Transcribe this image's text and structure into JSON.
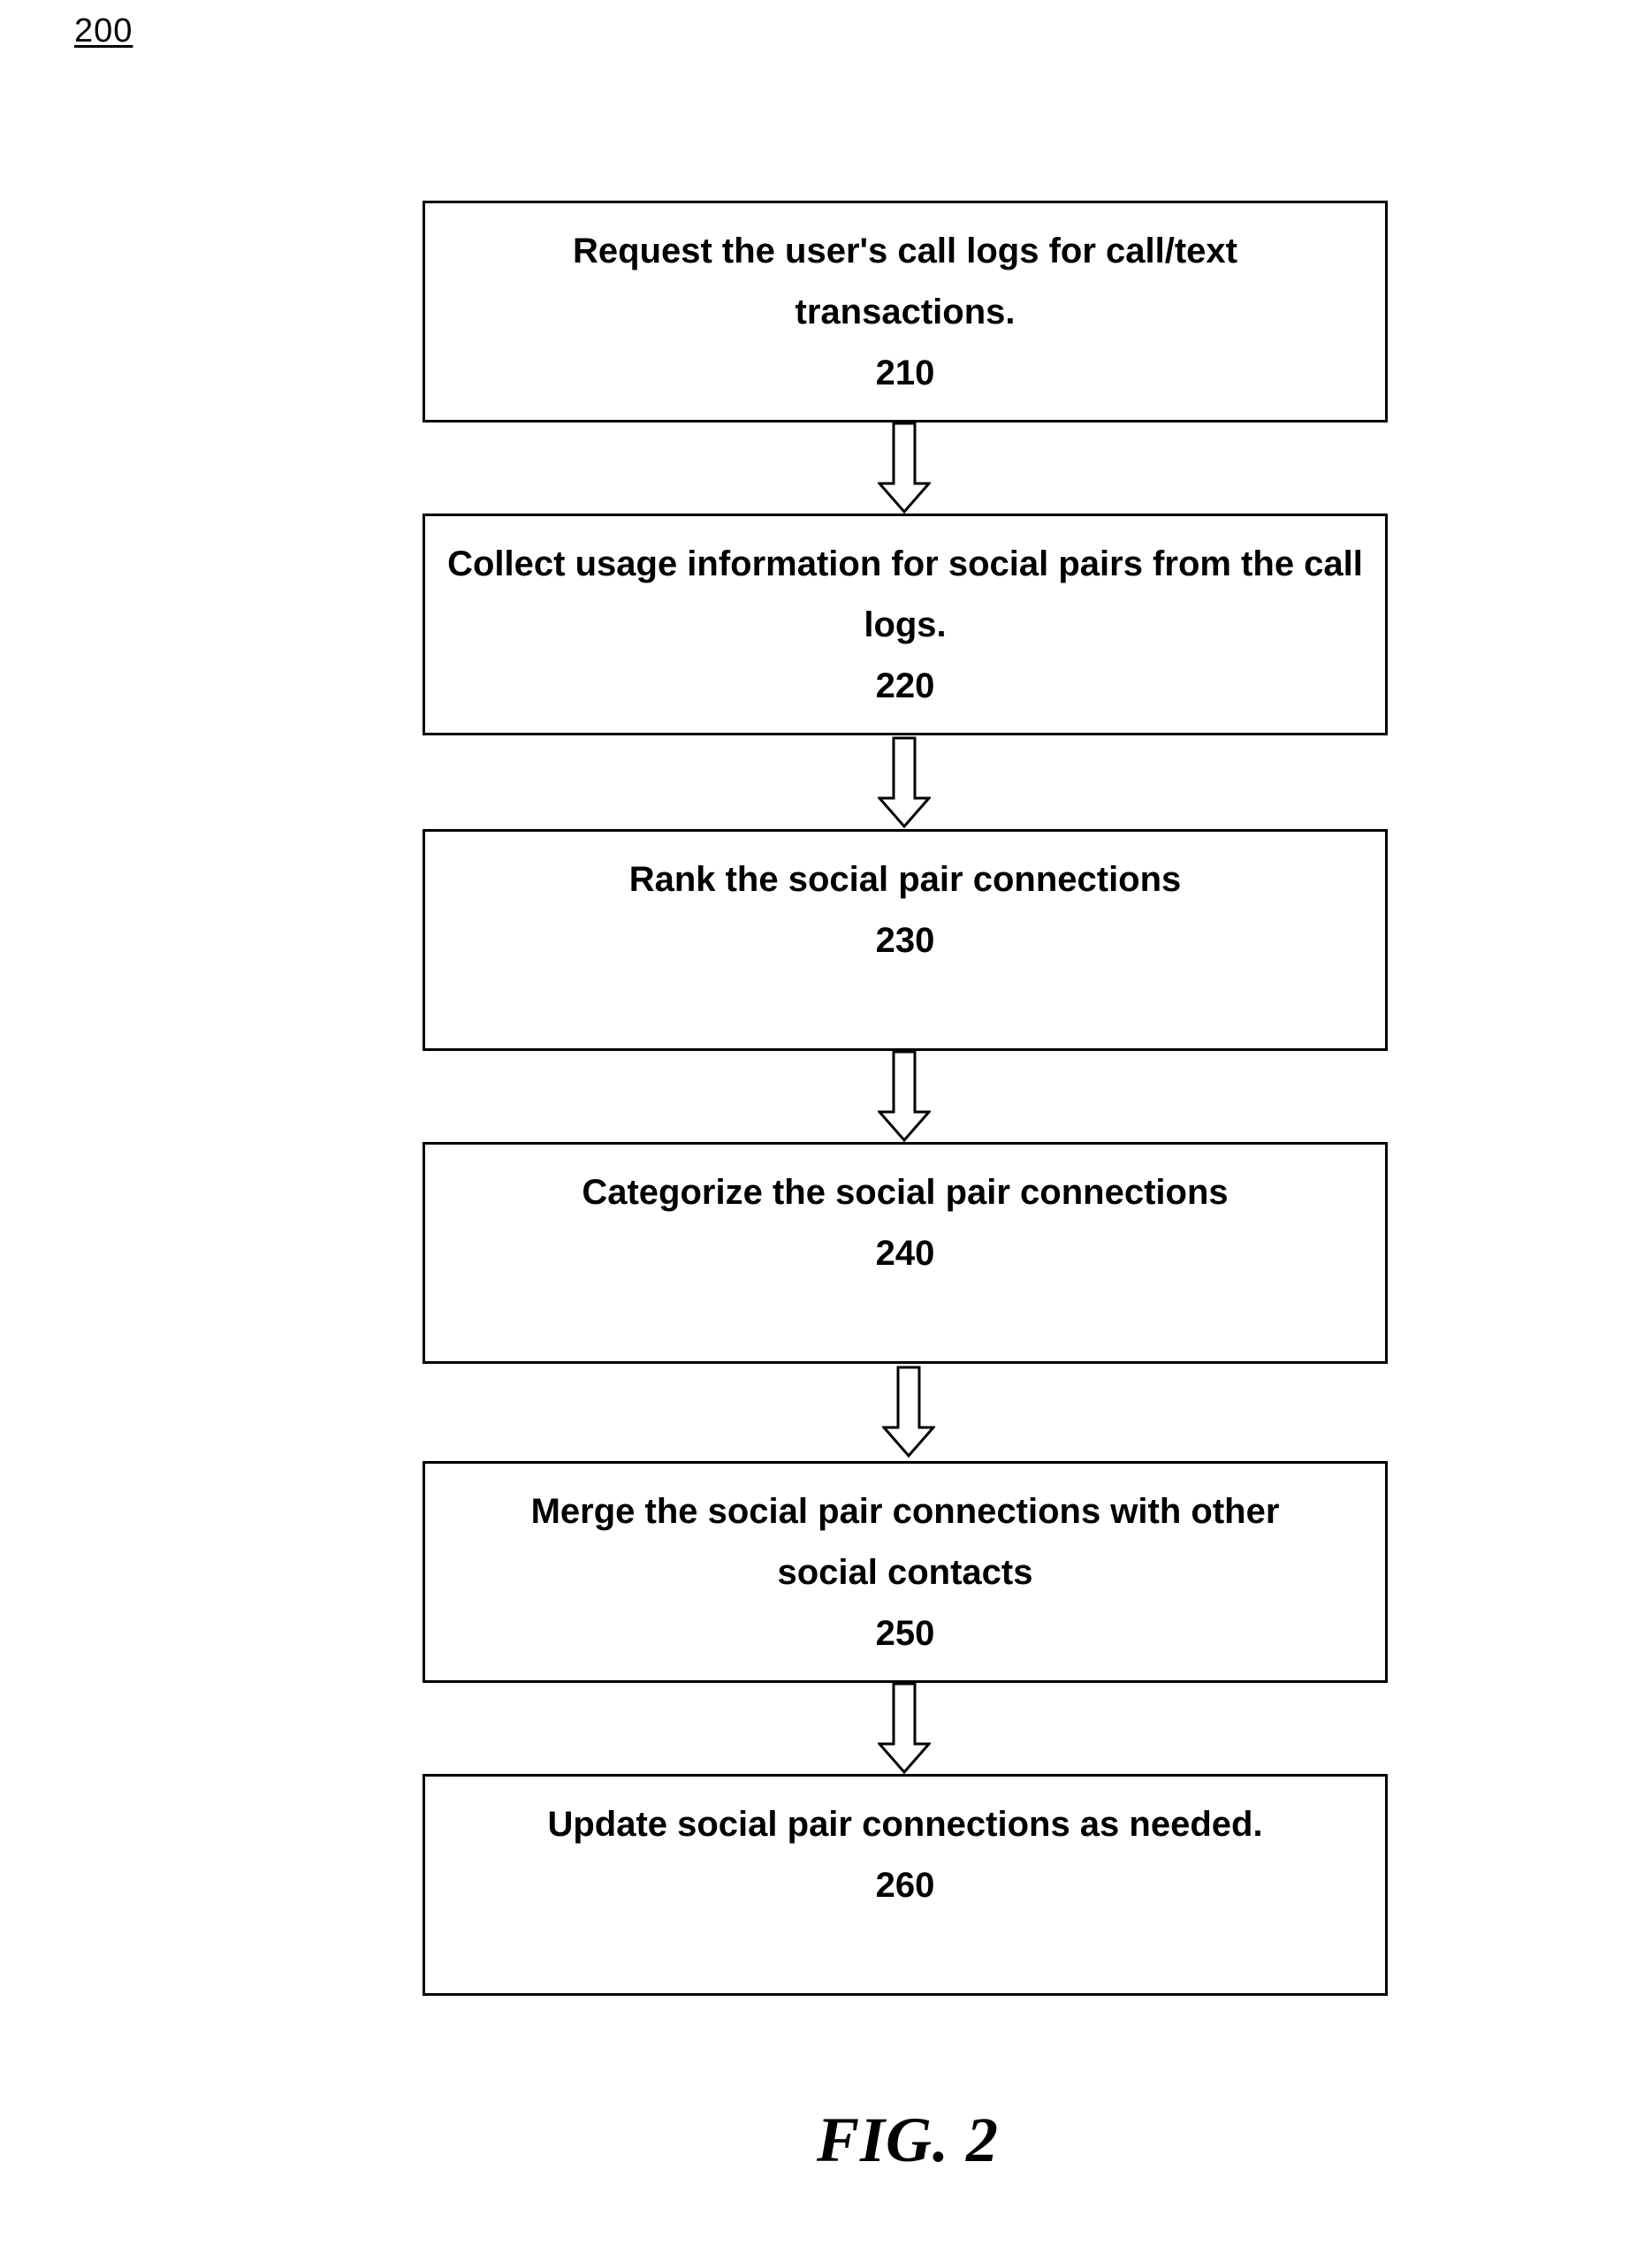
{
  "figure_ref": "200",
  "steps": [
    {
      "text": "Request the user's call logs for call/text transactions.",
      "number": "210"
    },
    {
      "text": "Collect usage information for social pairs from the call logs.",
      "number": "220"
    },
    {
      "text": "Rank the social pair connections",
      "number": "230"
    },
    {
      "text": "Categorize the social pair connections",
      "number": "240"
    },
    {
      "text": "Merge the social pair connections with other social contacts",
      "number": "250"
    },
    {
      "text": "Update social pair connections as needed.",
      "number": "260"
    }
  ],
  "caption": "FIG. 2"
}
